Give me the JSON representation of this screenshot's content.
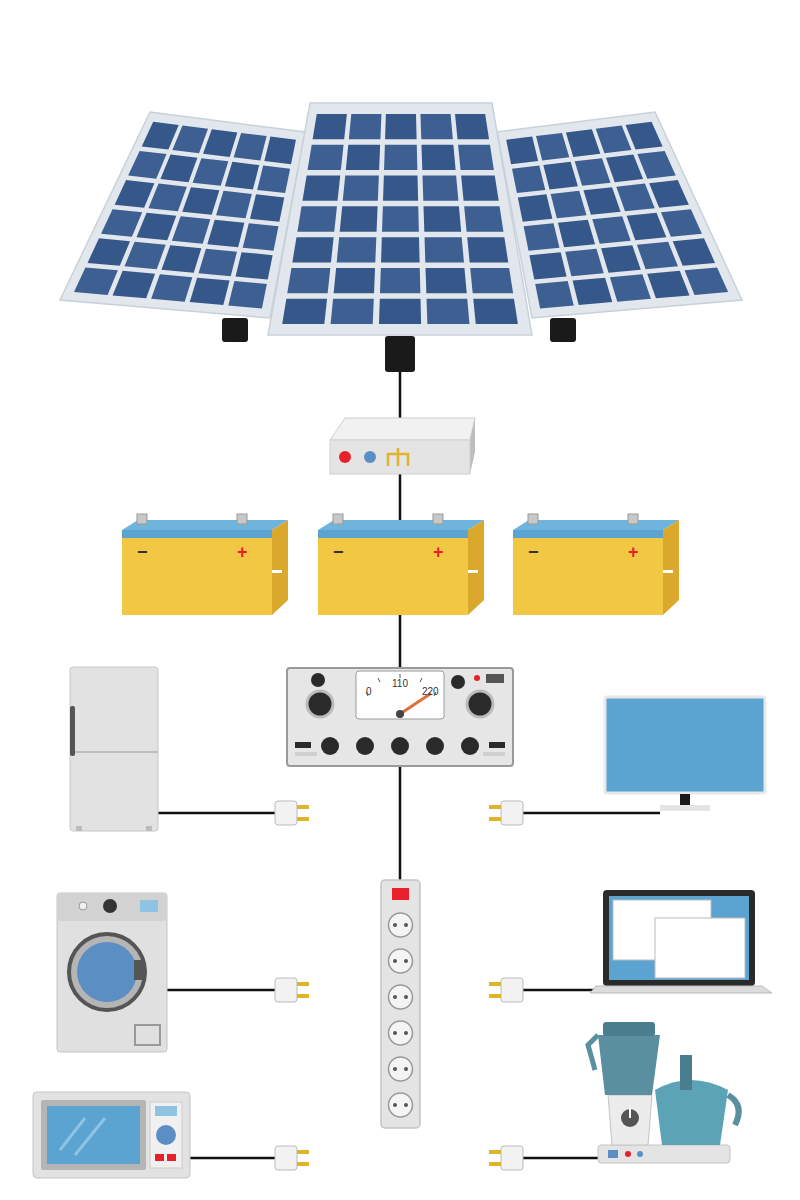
{
  "diagram": {
    "labels": [
      "−",
      "+",
      "−",
      "+",
      "−",
      "+",
      "0",
      "110",
      "220"
    ]
  }
}
